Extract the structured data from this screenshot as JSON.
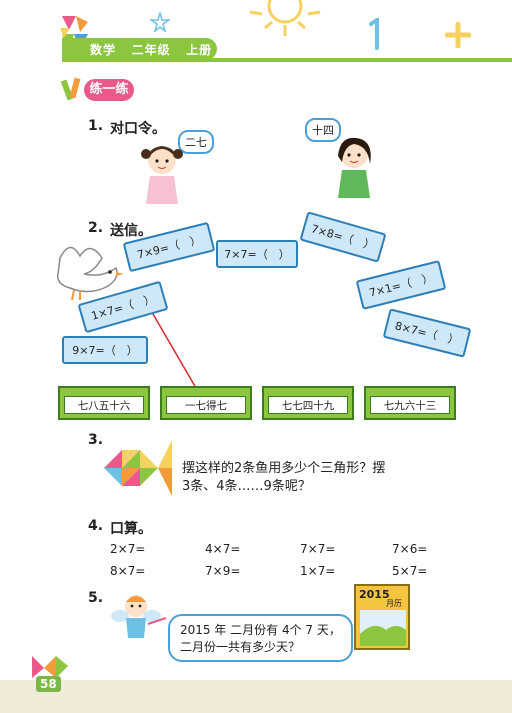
{
  "header": {
    "subject": "数学",
    "grade": "二年级",
    "volume": "上册"
  },
  "section": {
    "title": "练一练"
  },
  "q1": {
    "num": "1.",
    "text": "对口令。",
    "girl1_says": "二七",
    "girl2_says": "十四"
  },
  "q2": {
    "num": "2.",
    "text": "送信。",
    "letters": [
      "7×9=（　）",
      "7×7=（　）",
      "7×8=（　）",
      "1×7=（　）",
      "7×1=（　）",
      "9×7=（　）",
      "8×7=（　）"
    ],
    "mailboxes": [
      "七八五十六",
      "一七得七",
      "七七四十九",
      "七九六十三"
    ]
  },
  "q3": {
    "num": "3.",
    "line1": "摆这样的2条鱼用多少个三角形？摆",
    "line2": "3条、4条……9条呢？"
  },
  "q4": {
    "num": "4.",
    "text": "口算。",
    "rows": [
      [
        "2×7=",
        "4×7=",
        "7×7=",
        "7×6="
      ],
      [
        "8×7=",
        "7×9=",
        "1×7=",
        "5×7="
      ]
    ]
  },
  "q5": {
    "num": "5.",
    "line1": "2015 年 二月份有 4个 7 天，",
    "line2": "二月份一共有多少天？",
    "calendar_year": "2015",
    "calendar_label": "月历"
  },
  "footer": {
    "page_number": "58"
  },
  "colors": {
    "green": "#8cc63f",
    "pink": "#e95a8a",
    "blue": "#2d7fb8",
    "light_blue": "#cfe8f7"
  }
}
